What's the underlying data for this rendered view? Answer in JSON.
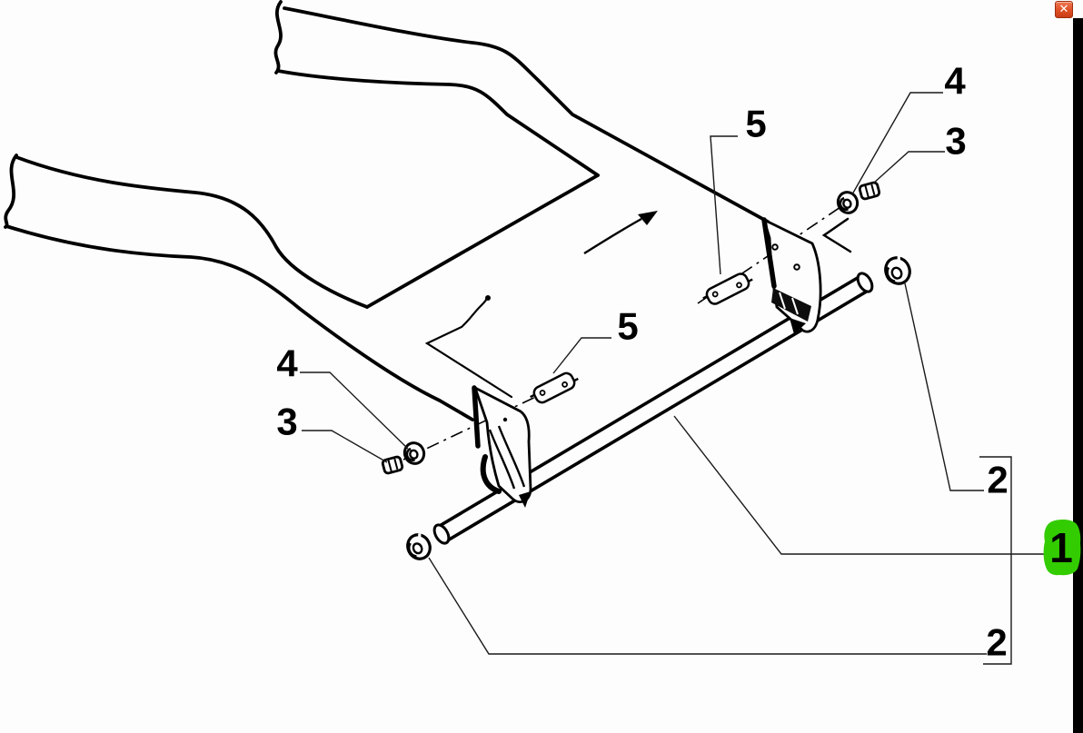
{
  "window": {
    "close_button": {
      "glyph": "✕"
    }
  },
  "diagram": {
    "background_color": "#fdfdfd",
    "line_color": "#000000",
    "highlight_color": "#33cc00",
    "callouts": {
      "right_4": "4",
      "right_3": "3",
      "top_5": "5",
      "mid_5": "5",
      "left_4": "4",
      "left_3": "3",
      "upper_2": "2",
      "lower_2": "2",
      "highlighted_1": "1"
    },
    "parts": [
      {
        "number": "1",
        "highlighted": true
      },
      {
        "number": "2",
        "highlighted": false
      },
      {
        "number": "3",
        "highlighted": false
      },
      {
        "number": "4",
        "highlighted": false
      },
      {
        "number": "5",
        "highlighted": false
      }
    ]
  }
}
